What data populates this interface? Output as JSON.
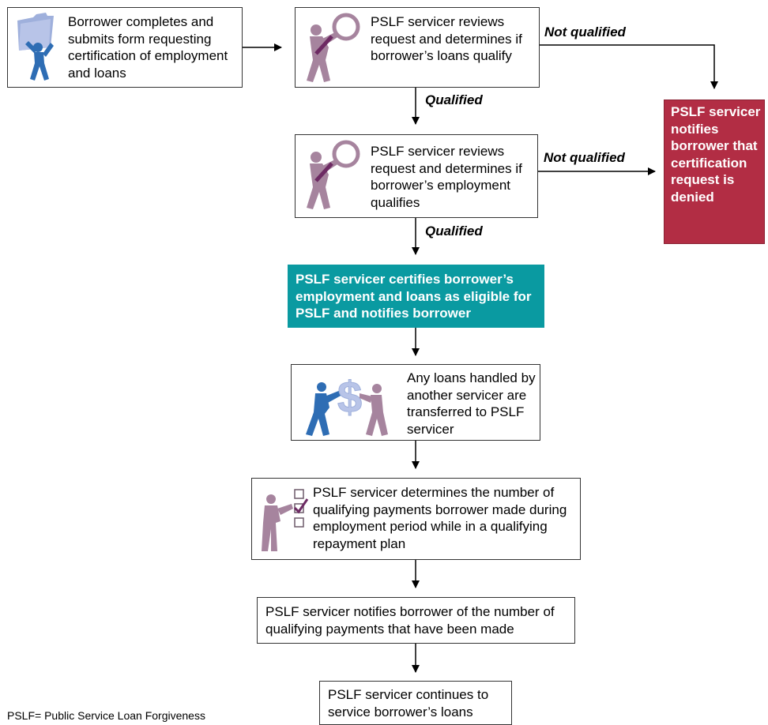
{
  "steps": {
    "submit": "Borrower completes and submits form requesting certification of employment and loans",
    "review_loans": "PSLF servicer reviews request and determines if borrower’s loans qualify",
    "review_employment": "PSLF servicer reviews request and determines if borrower’s employment qualifies",
    "denied": "PSLF servicer notifies borrower that certification request is denied",
    "certify": "PSLF servicer certifies borrower’s employment and loans as eligible for PSLF and notifies borrower",
    "transfer": "Any loans handled by another servicer are transferred to PSLF servicer",
    "count": "PSLF servicer determines the number of qualifying payments borrower made during employment period while in a qualifying repayment plan",
    "notify": "PSLF servicer notifies borrower of the number of qualifying payments that have been made",
    "continue": "PSLF servicer continues to service borrower’s loans"
  },
  "labels": {
    "not_qualified_1": "Not qualified",
    "not_qualified_2": "Not qualified",
    "qualified_1": "Qualified",
    "qualified_2": "Qualified"
  },
  "footnote": "PSLF= Public Service Loan Forgiveness",
  "colors": {
    "teal": "#0a9aa1",
    "red": "#b22d44",
    "mauve": "#a6849e",
    "blue": "#2e6db4"
  },
  "icons": [
    "person-carrying-folder-icon",
    "person-with-magnifier-icon",
    "person-with-magnifier-icon",
    "people-passing-dollar-icon",
    "person-with-checklist-icon"
  ]
}
